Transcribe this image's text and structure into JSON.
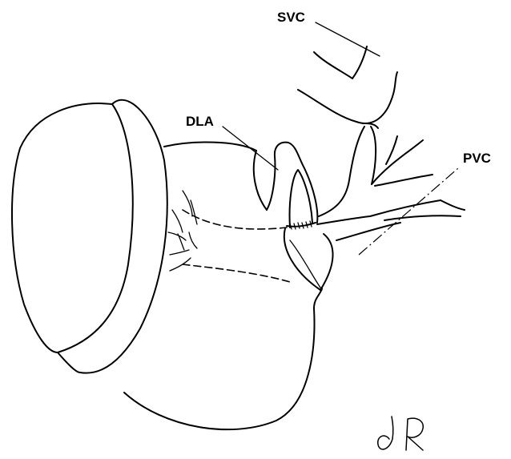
{
  "labels": {
    "svc": "SVC",
    "dla": "DLA",
    "pvc": "PVC"
  },
  "signature": "dR"
}
